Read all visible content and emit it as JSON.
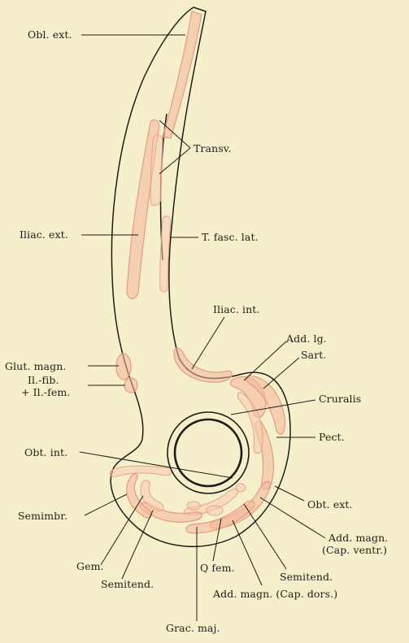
{
  "labels": {
    "obl_ext": "Obl. ext.",
    "transv": "Transv.",
    "iliac_ext": "Iliac. ext.",
    "t_fasc_lat": "T. fasc. lat.",
    "iliac_int": "Iliac. int.",
    "add_lg": "Add. lg.",
    "sart": "Sart.",
    "glut_magn": "Glut. magn.",
    "il_fib": "Il.-fib.",
    "il_fem": "+ Il.-fem.",
    "cruralis": "Cruralis",
    "pect": "Pect.",
    "obt_int": "Obt. int.",
    "obt_ext": "Obt. ext.",
    "semimbr": "Semimbr.",
    "add_magn_ventr_1": "Add. magn.",
    "add_magn_ventr_2": "(Cap. ventr.)",
    "gem": "Gem.",
    "q_fem": "Q fem.",
    "semitend_right": "Semitend.",
    "semitend_left": "Semitend.",
    "add_magn_dors": "Add. magn. (Cap. dors.)",
    "grac_maj": "Grac. maj."
  },
  "colors": {
    "background": "#f6efcc",
    "muscle": "#f2b79a",
    "outline": "#1e1c18"
  }
}
